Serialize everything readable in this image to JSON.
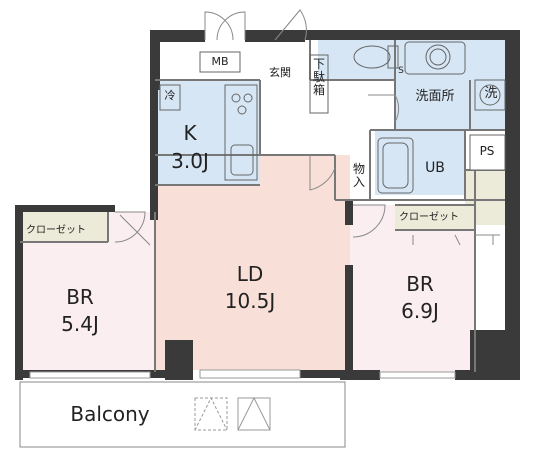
{
  "rooms": {
    "mb": "MB",
    "genkan": "玄関",
    "shoebox": "下駄箱",
    "fridge": "冷",
    "kitchen_name": "K",
    "kitchen_size": "3.0J",
    "senmenjo": "洗面所",
    "sen": "洗",
    "s_mark": "S",
    "ps": "PS",
    "ub": "UB",
    "monoire": "物入",
    "closet_left": "クローゼット",
    "closet_right": "クローゼット",
    "ld_name": "LD",
    "ld_size": "10.5J",
    "br_left_name": "BR",
    "br_left_size": "5.4J",
    "br_right_name": "BR",
    "br_right_size": "6.9J",
    "balcony": "Balcony"
  },
  "colors": {
    "wall": "#3a3a3a",
    "ld_fill": "#f8e0d8",
    "br_fill": "#fbeef0",
    "wet_fill": "#d6e6f5",
    "closet_fill": "#ecebd9",
    "line": "#777777"
  }
}
